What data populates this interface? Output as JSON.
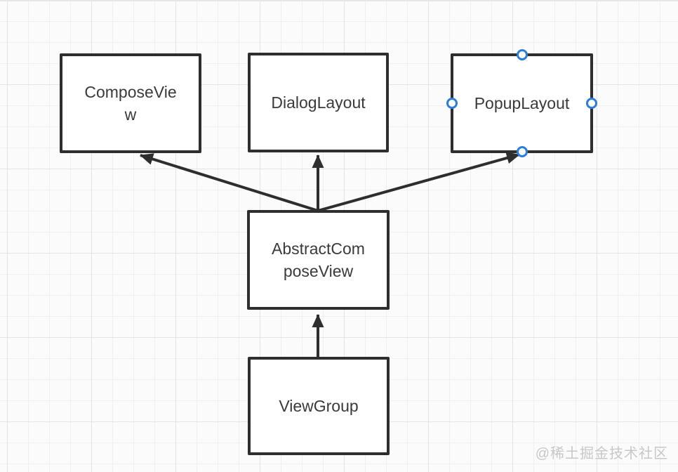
{
  "canvas": {
    "background_color": "#fbfbfb",
    "grid_minor_color": "#f0f0f0",
    "grid_major_color": "#e4e4e4",
    "stroke_color": "#2e2e2e",
    "selection_color": "#2b7dd8",
    "watermark": "@稀土掘金技术社区",
    "watermark_color": "#c7c7c7"
  },
  "nodes": [
    {
      "id": "compose-view",
      "label": "ComposeVie\nw",
      "selected": false
    },
    {
      "id": "dialog-layout",
      "label": "DialogLayout",
      "selected": false
    },
    {
      "id": "popup-layout",
      "label": "PopupLayout",
      "selected": true
    },
    {
      "id": "abstract-compose-view",
      "label": "AbstractCom\nposeView",
      "selected": false
    },
    {
      "id": "view-group",
      "label": "ViewGroup",
      "selected": false
    }
  ],
  "edges": [
    {
      "from": "abstract-compose-view",
      "to": "compose-view",
      "style": "arrow"
    },
    {
      "from": "abstract-compose-view",
      "to": "dialog-layout",
      "style": "arrow"
    },
    {
      "from": "abstract-compose-view",
      "to": "popup-layout",
      "style": "arrow"
    },
    {
      "from": "view-group",
      "to": "abstract-compose-view",
      "style": "arrow"
    }
  ]
}
